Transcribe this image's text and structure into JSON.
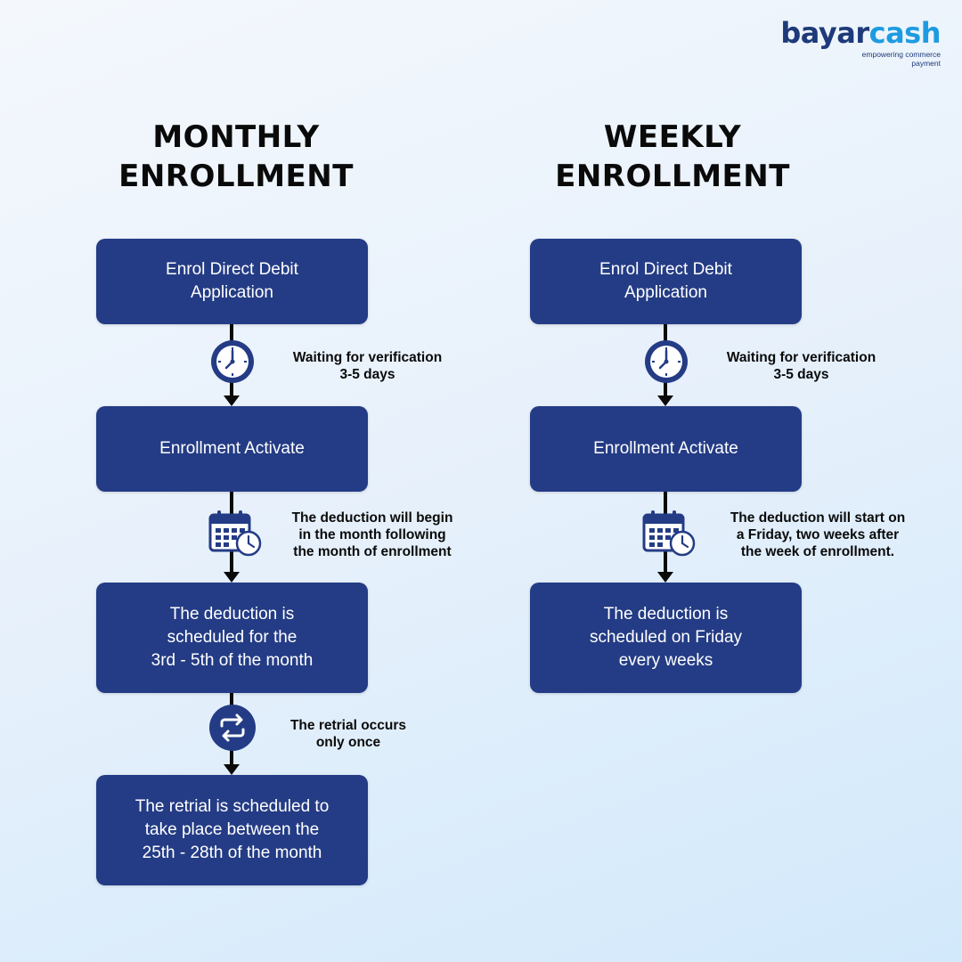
{
  "brand": {
    "name_part1": "bayar",
    "name_part2": "cash",
    "tagline": "empowering commerce payment"
  },
  "monthly": {
    "title": "MONTHLY\nENROLLMENT",
    "steps": [
      "Enrol Direct Debit\nApplication",
      "Enrollment Activate",
      "The deduction is\nscheduled for the\n3rd - 5th of the month",
      "The retrial is scheduled to\ntake place between the\n25th - 28th of the month"
    ],
    "notes": [
      "Waiting for verification\n3-5 days",
      "The deduction will begin\nin the month following\nthe month of enrollment",
      "The retrial occurs\nonly once"
    ],
    "icons": [
      "clock-icon",
      "calendar-clock-icon",
      "repeat-icon"
    ]
  },
  "weekly": {
    "title": "WEEKLY\nENROLLMENT",
    "steps": [
      "Enrol Direct Debit\nApplication",
      "Enrollment Activate",
      "The deduction is\nscheduled on Friday\nevery weeks"
    ],
    "notes": [
      "Waiting for verification\n3-5 days",
      "The deduction will start on\na Friday, two weeks after\nthe week of enrollment."
    ],
    "icons": [
      "clock-icon",
      "calendar-clock-icon"
    ]
  },
  "colors": {
    "box": "#243c85",
    "brand_dark": "#1e3a7a",
    "brand_light": "#1e9be0",
    "background": "#e8f1fb"
  }
}
